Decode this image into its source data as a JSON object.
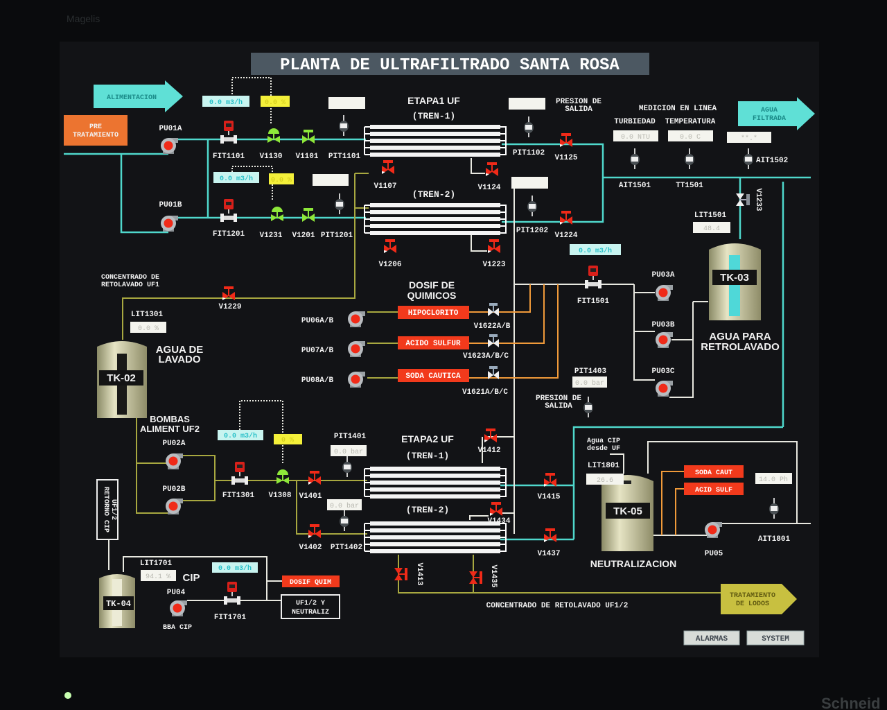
{
  "bezel": {
    "brand_top": "Magelis",
    "brand_bottom": "Schneid"
  },
  "title": "PLANTA DE ULTRAFILTRADO SANTA ROSA",
  "arrows": {
    "alimentacion": "ALIMENTACION",
    "pre_1": "PRE",
    "pre_2": "TRATAMIENTO",
    "agua_filtrada_1": "AGUA",
    "agua_filtrada_2": "FILTRADA",
    "lodos_1": "TRATAMIENTO",
    "lodos_2": "DE LODOS"
  },
  "headings": {
    "etapa1": "ETAPA1 UF",
    "tren1": "(TREN-1)",
    "tren2": "(TREN-2)",
    "etapa2": "ETAPA2 UF",
    "tren1b": "(TREN-1)",
    "tren2b": "(TREN-2)",
    "presion_salida_1": "PRESION DE",
    "presion_salida_2": "SALIDA",
    "presion_salida2_1": "PRESION DE",
    "presion_salida2_2": "SALIDA",
    "medicion": "MEDICION EN LINEA",
    "turbiedad": "TURBIEDAD",
    "temperatura": "TEMPERATURA",
    "concentrado_uf1_1": "CONCENTRADO DE",
    "concentrado_uf1_2": "RETOLAVADO UF1",
    "dosif_1": "DOSIF DE",
    "dosif_2": "QUIMICOS",
    "agua_lavado_1": "AGUA DE",
    "agua_lavado_2": "LAVADO",
    "agua_retro_1": "AGUA PARA",
    "agua_retro_2": "RETROLAVADO",
    "bombas_1": "BOMBAS",
    "bombas_2": "ALIMENT UF2",
    "retorno_1": "RETORNO CIP",
    "retorno_2": "UF1/2",
    "cip": "CIP",
    "bba_cip": "BBA CIP",
    "agua_cip_1": "Agua CIP",
    "agua_cip_2": "desde UF",
    "neutralizacion": "NEUTRALIZACION",
    "concentrado_uf12": "CONCENTRADO DE RETOLAVADO UF1/2",
    "uf12_1": "UF1/2 Y",
    "uf12_2": "NEUTRALIZ"
  },
  "chemicals": {
    "hipoclorito": "HIPOCLORITO",
    "acido": "ACIDO SULFUR",
    "soda": "SODA CAUTICA",
    "soda_caut": "SODA CAUT",
    "acid_sulf": "ACID SULF",
    "dosif_quim": "DOSIF QUIM"
  },
  "tanks": {
    "tk02": "TK-02",
    "tk03": "TK-03",
    "tk04": "TK-04",
    "tk05": "TK-05"
  },
  "tags": {
    "PU01A": "PU01A",
    "PU01B": "PU01B",
    "FIT1101": "FIT1101",
    "V1130": "V1130",
    "V1101": "V1101",
    "PIT1101": "PIT1101",
    "FIT1201": "FIT1201",
    "V1231": "V1231",
    "V1201": "V1201",
    "PIT1201": "PIT1201",
    "V1107": "V1107",
    "V1124": "V1124",
    "V1206": "V1206",
    "V1223": "V1223",
    "PIT1102": "PIT1102",
    "V1125": "V1125",
    "PIT1202": "PIT1202",
    "V1224": "V1224",
    "AIT1501": "AIT1501",
    "TT1501": "TT1501",
    "AIT1502": "AIT1502",
    "V1233": "V1233",
    "LIT1501": "LIT1501",
    "FIT1501": "FIT1501",
    "PU03A": "PU03A",
    "PU03B": "PU03B",
    "PU03C": "PU03C",
    "PIT1403": "PIT1403",
    "V1229": "V1229",
    "LIT1301": "LIT1301",
    "PU06": "PU06A/B",
    "PU07": "PU07A/B",
    "PU08": "PU08A/B",
    "V1622": "V1622A/B",
    "V1623": "V1623A/B/C",
    "V1621": "V1621A/B/C",
    "PU02A": "PU02A",
    "PU02B": "PU02B",
    "FIT1301": "FIT1301",
    "V1308": "V1308",
    "V1401": "V1401",
    "PIT1401": "PIT1401",
    "V1402": "V1402",
    "PIT1402": "PIT1402",
    "V1412": "V1412",
    "V1434": "V1434",
    "V1415": "V1415",
    "V1437": "V1437",
    "V1413": "V1413",
    "V1435": "V1435",
    "LIT1801": "LIT1801",
    "PU05": "PU05",
    "AIT1801": "AIT1801",
    "LIT1701": "LIT1701",
    "PU04": "PU04",
    "FIT1701": "FIT1701"
  },
  "values": {
    "fit1101": "0.0 m3/h",
    "v1130": "0.0 %",
    "pit1101": "",
    "fit1201": "0.0 m3/h",
    "v1231": "0.0 %",
    "pit1201": "",
    "pit1102": "",
    "pit1202": "",
    "turbiedad": "0.0 NTU",
    "temperatura": "0.0 C",
    "ait1502": "**.*",
    "lit1501": "48.4",
    "fit1501": "0.0 m3/h",
    "pit1403": "0.0 bar",
    "lit1301": "0.0 %",
    "fit1301": "0.0 m3/h",
    "v1308": "0 %",
    "pit1401": "0.0 bar",
    "pit1402": "0.0 bar",
    "lit1801": "26.6",
    "ait1801": "14.0 Ph",
    "lit1701": "94.1 %",
    "fit1701": "0.0 m3/h"
  },
  "buttons": {
    "alarmas": "ALARMAS",
    "system": "SYSTEM"
  },
  "colors": {
    "pipe_water": "#4fd8cc",
    "pipe_concentrate": "#a8a840",
    "pipe_chem": "#f09a3a",
    "alarm_red": "#f23a1c",
    "screen_bg": "#111214"
  }
}
